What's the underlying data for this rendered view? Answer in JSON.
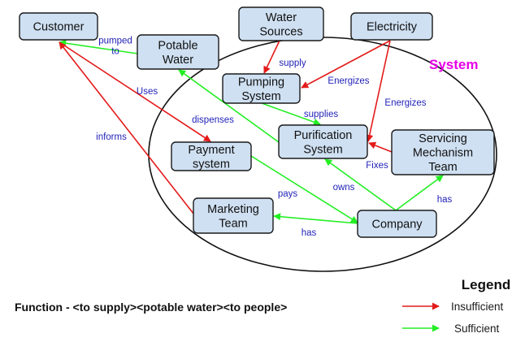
{
  "colors": {
    "insufficient": "#e41a1a",
    "sufficient": "#22ee22",
    "node_fill": "#cfe0f2",
    "label_text": "#1f1fb8",
    "system_label": "#e600e6"
  },
  "system": {
    "label": "System"
  },
  "nodes": {
    "customer": {
      "lines": [
        "Customer"
      ]
    },
    "potable": {
      "lines": [
        "Potable",
        "Water"
      ]
    },
    "water": {
      "lines": [
        "Water",
        "Sources"
      ]
    },
    "electricity": {
      "lines": [
        "Electricity"
      ]
    },
    "pumping": {
      "lines": [
        "Pumping",
        "System"
      ]
    },
    "purification": {
      "lines": [
        "Purification",
        "System"
      ]
    },
    "payment": {
      "lines": [
        "Payment",
        "system"
      ]
    },
    "servicing": {
      "lines": [
        "Servicing",
        "Mechanism",
        "Team"
      ]
    },
    "marketing": {
      "lines": [
        "Marketing",
        "Team"
      ]
    },
    "company": {
      "lines": [
        "Company"
      ]
    }
  },
  "edges": [
    {
      "id": "pumped-to",
      "from": "potable",
      "to": "customer",
      "type": "sufficient",
      "label": [
        "pumped",
        "to"
      ]
    },
    {
      "id": "uses",
      "from": "customer",
      "to": "payment",
      "type": "insufficient",
      "label": [
        "Uses"
      ]
    },
    {
      "id": "informs",
      "from": "marketing",
      "to": "customer",
      "type": "insufficient",
      "label": [
        "informs"
      ]
    },
    {
      "id": "supply",
      "from": "water",
      "to": "pumping",
      "type": "insufficient",
      "label": [
        "supply"
      ]
    },
    {
      "id": "energizes-pumping",
      "from": "electricity",
      "to": "pumping",
      "type": "insufficient",
      "label": [
        "Energizes"
      ]
    },
    {
      "id": "energizes-purif",
      "from": "electricity",
      "to": "purification",
      "type": "insufficient",
      "label": [
        "Energizes"
      ]
    },
    {
      "id": "supplies",
      "from": "pumping",
      "to": "purification",
      "type": "sufficient",
      "label": [
        "supplies"
      ]
    },
    {
      "id": "dispenses",
      "from": "purification",
      "to": "potable",
      "type": "sufficient",
      "label": [
        "dispenses"
      ]
    },
    {
      "id": "fixes",
      "from": "servicing",
      "to": "purification",
      "type": "insufficient",
      "label": [
        "Fixes"
      ]
    },
    {
      "id": "pays",
      "from": "payment",
      "to": "company",
      "type": "sufficient",
      "label": [
        "pays"
      ]
    },
    {
      "id": "owns",
      "from": "company",
      "to": "purification",
      "type": "sufficient",
      "label": [
        "owns"
      ]
    },
    {
      "id": "has-servicing",
      "from": "company",
      "to": "servicing",
      "type": "sufficient",
      "label": [
        "has"
      ]
    },
    {
      "id": "has-marketing",
      "from": "company",
      "to": "marketing",
      "type": "sufficient",
      "label": [
        "has"
      ]
    }
  ],
  "function_text": "Function - <to supply><potable water><to people>",
  "legend": {
    "title": "Legend",
    "items": [
      {
        "type": "insufficient",
        "label": "Insufficient"
      },
      {
        "type": "sufficient",
        "label": "Sufficient"
      }
    ]
  }
}
